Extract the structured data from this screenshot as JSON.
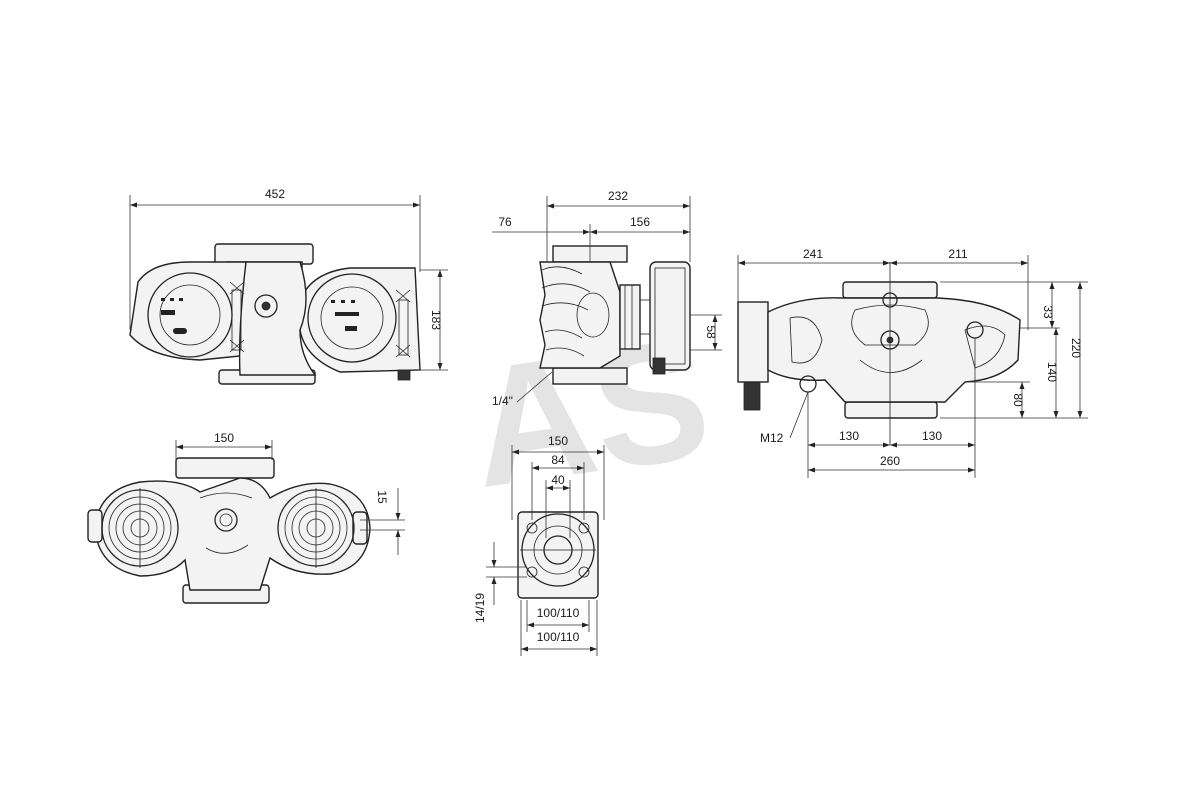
{
  "watermark": "AS",
  "views": {
    "top": {
      "overall_length": "452",
      "height": "183"
    },
    "side": {
      "overall": "232",
      "offset": "76",
      "motor": "156",
      "port_height": "58",
      "thread": "1/4\""
    },
    "front": {
      "left_width": "241",
      "right_width": "211",
      "top_offset": "33",
      "center_height": "140",
      "total_height": "220",
      "base_height": "80",
      "bolt": "M12",
      "left_centre": "130",
      "right_centre": "130",
      "span": "260"
    },
    "bottom": {
      "flange_width": "150",
      "offset": "15"
    },
    "flange": {
      "outer": "150",
      "bolt_circle": "84",
      "bore": "40",
      "hole_size": "14/19",
      "pcd_a": "100/110",
      "pcd_b": "100/110"
    }
  }
}
